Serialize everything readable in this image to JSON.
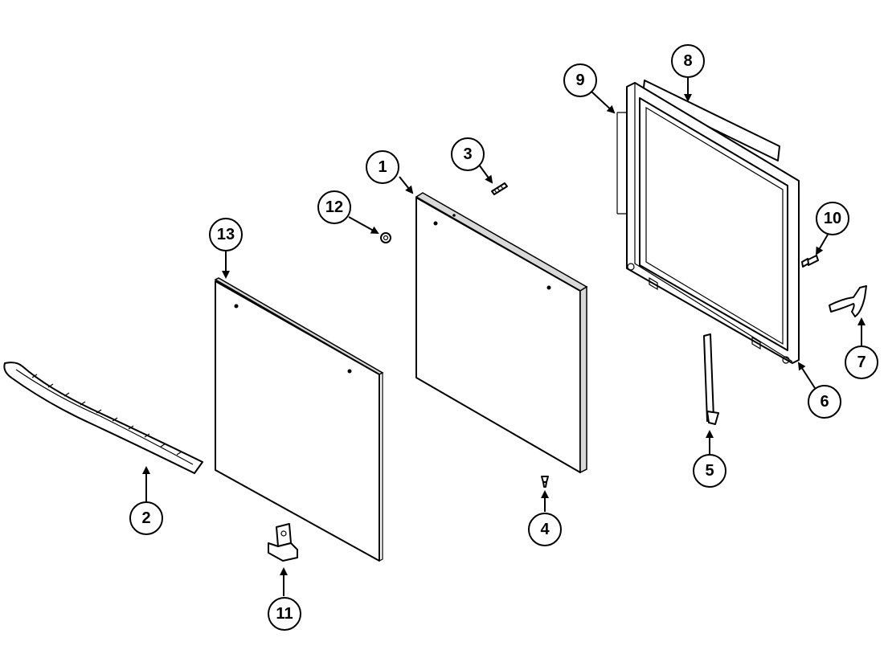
{
  "callouts": {
    "c1": "1",
    "c2": "2",
    "c3": "3",
    "c4": "4",
    "c5": "5",
    "c6": "6",
    "c7": "7",
    "c8": "8",
    "c9": "9",
    "c10": "10",
    "c11": "11",
    "c12": "12",
    "c13": "13"
  },
  "colors": {
    "line": "#000000",
    "background": "#ffffff",
    "shade": "#d9d9d9"
  }
}
